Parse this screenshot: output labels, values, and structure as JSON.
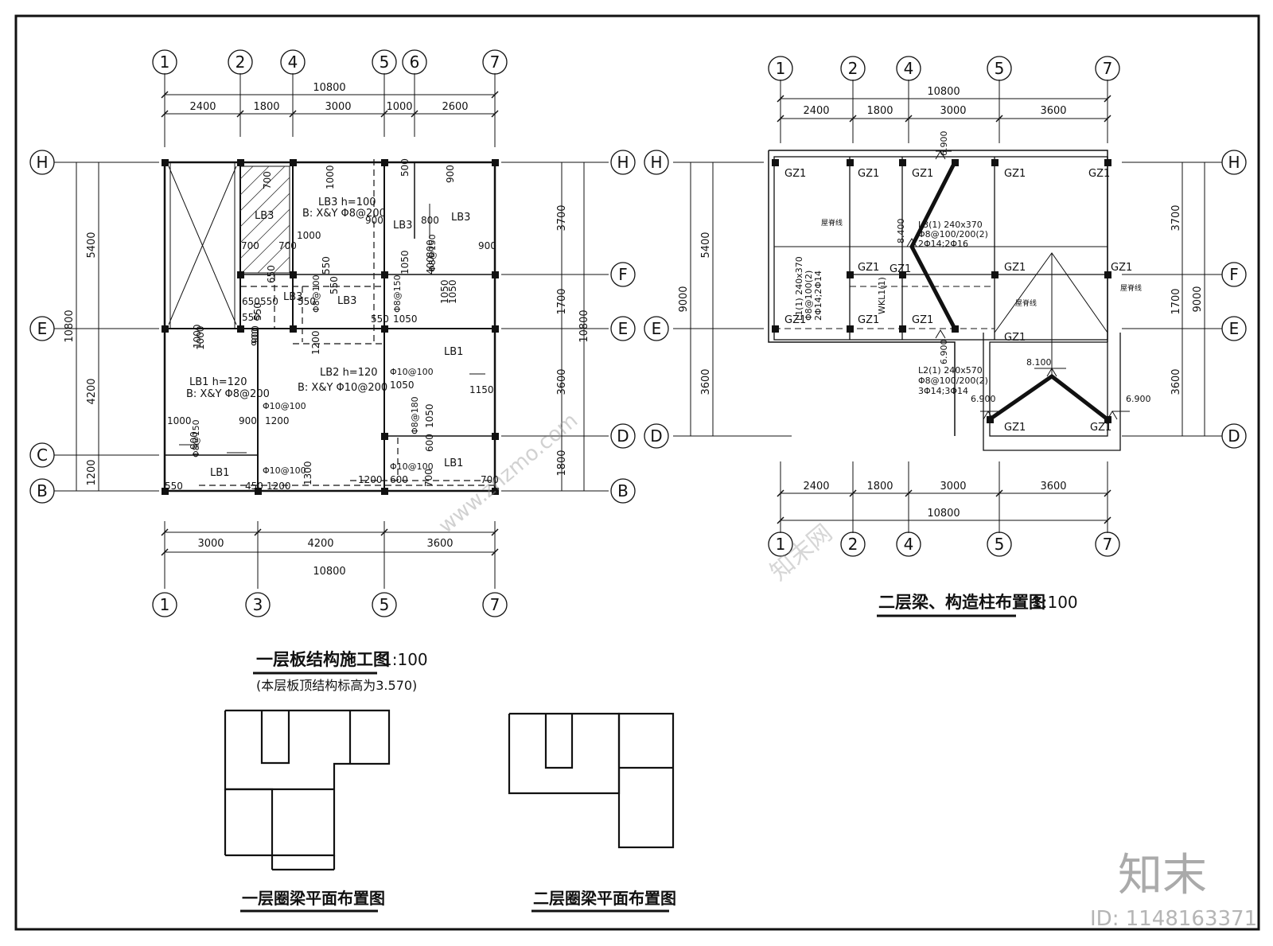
{
  "left_plan": {
    "title": "一层板结构施工图",
    "scale": "1:100",
    "note": "(本层板顶结构标高为3.570)",
    "top_axes": [
      "1",
      "2",
      "4",
      "5",
      "6",
      "7"
    ],
    "top_dims": [
      "2400",
      "1800",
      "3000",
      "1000",
      "2600"
    ],
    "top_total": "10800",
    "bottom_axes": [
      "1",
      "3",
      "5",
      "7"
    ],
    "bottom_dims": [
      "3000",
      "4200",
      "3600"
    ],
    "bottom_total": "10800",
    "left_axes": [
      "H",
      "E",
      "C",
      "B"
    ],
    "right_axes": [
      "H",
      "F",
      "E",
      "D",
      "B"
    ],
    "left_dims": [
      "5400",
      "4200",
      "1200"
    ],
    "left_total": "10800",
    "right_dims": [
      "3700",
      "1700",
      "3600",
      "1800"
    ],
    "right_total": "10800",
    "labels": [
      "LB3",
      "LB3  h=100",
      "B: X&Y Φ8@200",
      "LB3",
      "LB3",
      "LB3",
      "LB3",
      "LB1  h=120",
      "B: X&Y Φ8@200",
      "LB2  h=120",
      "B: X&Y Φ10@200",
      "LB1",
      "LB1",
      "LB1",
      "Φ10@100",
      "Φ10@100",
      "Φ10@100",
      "Φ10@100",
      "Φ8@150",
      "Φ8@150",
      "Φ8@180",
      "Φ8@100",
      "Φ8@150",
      "700",
      "1000",
      "500",
      "900",
      "900",
      "800",
      "700",
      "700",
      "1000",
      "900",
      "650",
      "550",
      "550",
      "650",
      "550",
      "550",
      "900",
      "550",
      "1200",
      "1050",
      "550",
      "1050",
      "800",
      "400",
      "1050",
      "1000",
      "900",
      "550",
      "1000",
      "900",
      "1200",
      "1050",
      "1150",
      "600",
      "1050",
      "550",
      "450",
      "1200",
      "1300",
      "1200",
      "600",
      "700",
      "700",
      "900",
      "1000",
      "1050"
    ]
  },
  "right_plan": {
    "title": "二层梁、构造柱布置图",
    "scale": "1:100",
    "top_axes": [
      "1",
      "2",
      "4",
      "5",
      "7"
    ],
    "top_dims": [
      "2400",
      "1800",
      "3000",
      "3600"
    ],
    "top_total": "10800",
    "bottom_axes": [
      "1",
      "2",
      "4",
      "5",
      "7"
    ],
    "bottom_dims": [
      "2400",
      "1800",
      "3000",
      "3600"
    ],
    "bottom_total": "10800",
    "left_axes": [
      "H",
      "E",
      "D"
    ],
    "right_axes": [
      "H",
      "F",
      "E",
      "D"
    ],
    "left_dims": [
      "5400",
      "3600"
    ],
    "left_total": "9000",
    "right_dims": [
      "3700",
      "1700",
      "3600"
    ],
    "right_total": "9000",
    "column_tag": "GZ1",
    "beams": {
      "l1": [
        "L1(1) 240x370",
        "Φ8@100(2)",
        "2Φ14;2Φ14"
      ],
      "l2": [
        "L2(1) 240x570",
        "Φ8@100/200(2)",
        "3Φ14;3Φ14"
      ],
      "l3": [
        "L3(1) 240x370",
        "Φ8@100/200(2)",
        "2Φ14;2Φ16"
      ],
      "wkl": "WKL1(1)"
    },
    "ridge_label": "屋脊线",
    "elevations": [
      "6.900",
      "8.400",
      "6.900",
      "8.100",
      "6.900",
      "6.900"
    ]
  },
  "ring1": {
    "title": "一层圈梁平面布置图"
  },
  "ring2": {
    "title": "二层圈梁平面布置图"
  },
  "watermark": {
    "site": "www.znzmo.com",
    "brand": "知末网",
    "logo": "知末",
    "id": "ID: 1148163371"
  },
  "colors": {
    "line": "#111111",
    "hatch": "#333333",
    "watermark": "#b0b0b0"
  }
}
